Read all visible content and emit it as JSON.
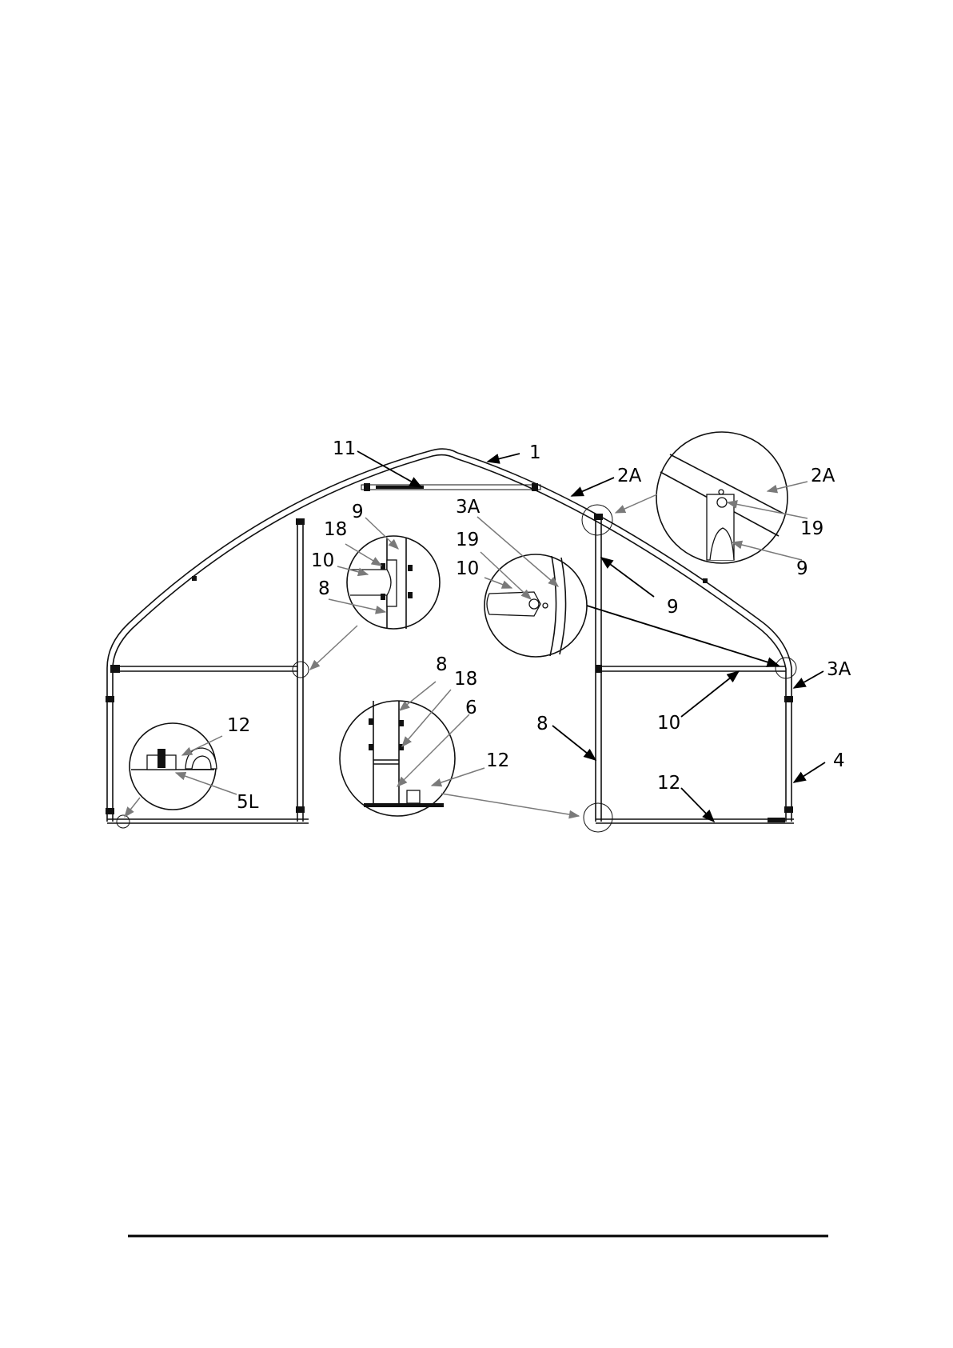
{
  "diagram": {
    "callouts": {
      "c1": "1",
      "c2a_main": "2A",
      "c2a_detail": "2A",
      "c3a_detail": "3A",
      "c3a_right": "3A",
      "c4": "4",
      "c5l": "5L",
      "c6": "6",
      "c8_left": "8",
      "c8_base": "8",
      "c8_right": "8",
      "c9_left": "9",
      "c9_mid": "9",
      "c9_detail": "9",
      "c10_left": "10",
      "c10_mid": "10",
      "c10_right": "10",
      "c11": "11",
      "c12_left": "12",
      "c12_base": "12",
      "c12_right": "12",
      "c18_left": "18",
      "c18_base": "18",
      "c19_mid": "19",
      "c19_detail": "19"
    }
  },
  "colors": {
    "line": "#111111",
    "leader_gray": "#7a7a7a",
    "background": "#ffffff"
  }
}
